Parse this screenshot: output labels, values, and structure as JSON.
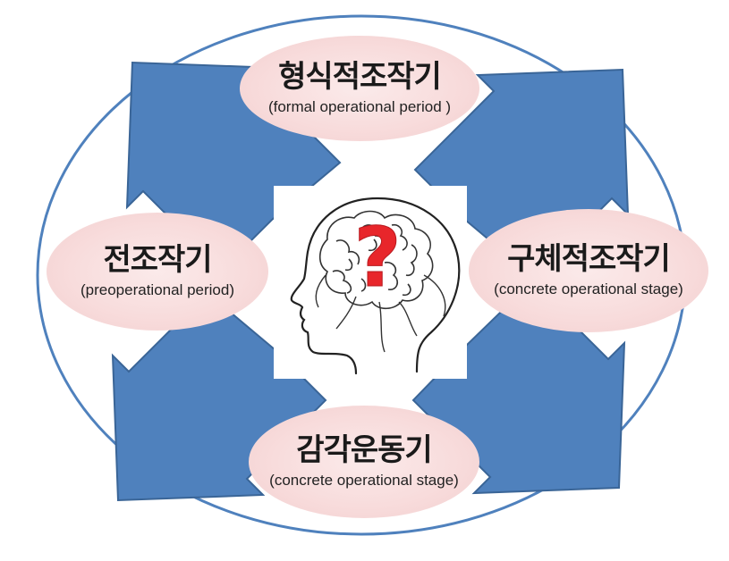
{
  "stages": {
    "formal": {
      "title": "형식적조작기",
      "subtitle": "(formal operational period )"
    },
    "preoperational": {
      "title": "전조작기",
      "subtitle": "(preoperational period)"
    },
    "concrete": {
      "title": "구체적조작기",
      "subtitle": "(concrete operational stage)"
    },
    "sensorimotor": {
      "title": "감각운동기",
      "subtitle": "(concrete operational stage)"
    }
  },
  "center": {
    "symbol": "?",
    "icon": "brain-head-question-icon"
  },
  "colors": {
    "arrow_fill": "#4f81bd",
    "arrow_stroke": "#3a6597",
    "ring_stroke": "#4f81bd",
    "question_mark": "#e8262b",
    "stage_bg": "#f8dcdc"
  }
}
